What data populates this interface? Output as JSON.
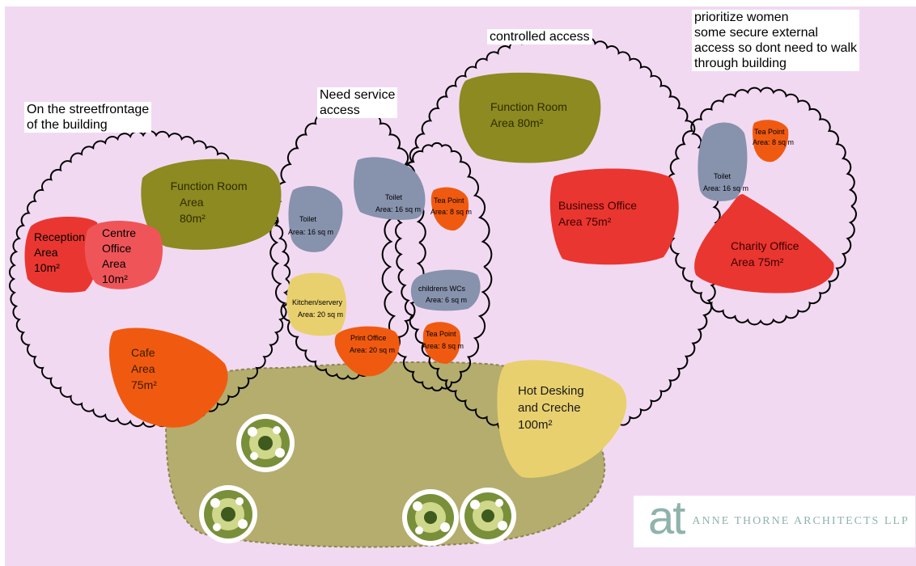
{
  "notes": {
    "streetfrontage": "On the streetfrontage\nof the building",
    "service": "Need service\naccess",
    "controlled": "controlled access",
    "women": "prioritize women\nsome secure external\naccess so dont need to walk\nthrough building"
  },
  "rooms": {
    "function_left": [
      "Function Room",
      "Area",
      "80m²"
    ],
    "reception": [
      "Reception",
      "Area",
      "10m²"
    ],
    "centre_office": [
      "Centre",
      "Office",
      "Area",
      "10m²"
    ],
    "cafe": [
      "Cafe",
      "Area",
      "75m²"
    ],
    "toilet_a": [
      "Toilet",
      "Area: 16 sq m"
    ],
    "kitchen": [
      "Kitchen/servery",
      "Area: 20 sq m"
    ],
    "toilet_b": [
      "Toilet",
      "Area: 16 sq m"
    ],
    "print_office": [
      "Print Office",
      "Area: 20 sq m"
    ],
    "tea_a": [
      "Tea Point",
      "Area: 8 sq m"
    ],
    "childrens_wc": [
      "childrens WCs",
      "Area: 6 sq m"
    ],
    "tea_b": [
      "Tea Point",
      "Area: 8 sq m"
    ],
    "function_mid": [
      "Function Room",
      "Area 80m²"
    ],
    "business_office": [
      "Business Office",
      "Area 75m²"
    ],
    "hot_desking": [
      "Hot Desking",
      "and Creche",
      "100m²"
    ],
    "toilet_c": [
      "Toilet",
      "Area: 16 sq m"
    ],
    "tea_c": [
      "Tea Point",
      "Area: 8 sq m"
    ],
    "charity_office": [
      "Charity Office",
      "Area 75m²"
    ]
  },
  "logo": {
    "mark": "at",
    "text": "ANNE THORNE ARCHITECTS LLP"
  },
  "colors": {
    "background": "#f2d9f2",
    "olive": "#8c8a20",
    "orange": "#f05a10",
    "red": "#ea3630",
    "pink_red": "#ef5558",
    "slate": "#8792ad",
    "pale_yellow": "#e8d06e",
    "garden": "#b4ad6e"
  }
}
